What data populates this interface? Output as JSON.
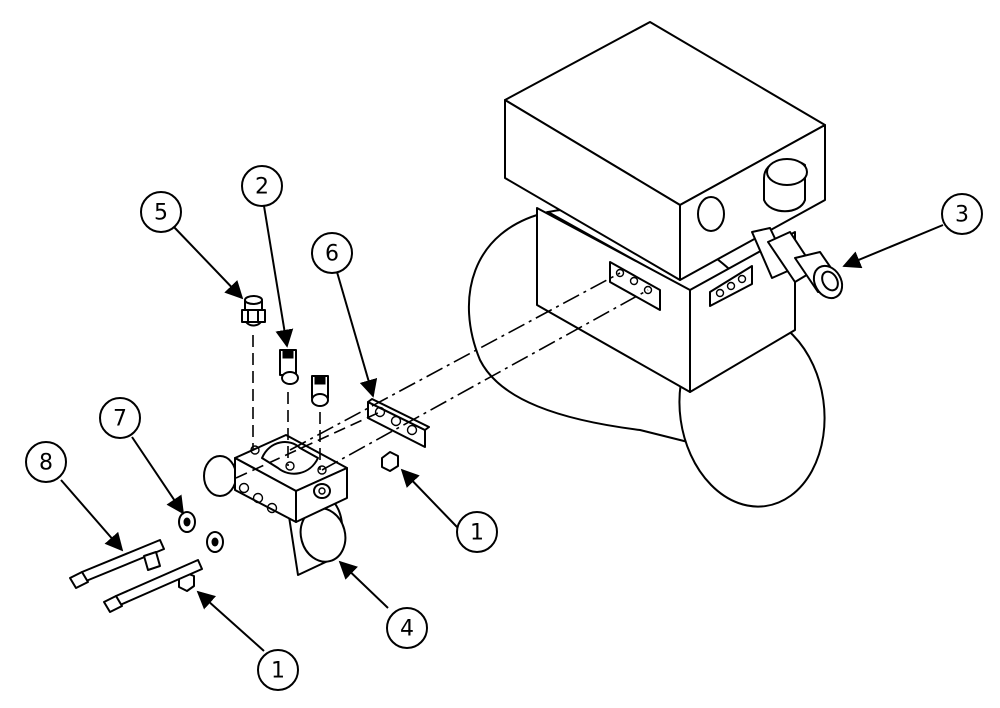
{
  "diagram": {
    "balloons": [
      {
        "id": "callout-1-right",
        "label": "1"
      },
      {
        "id": "callout-1-bottom",
        "label": "1"
      },
      {
        "id": "callout-2",
        "label": "2"
      },
      {
        "id": "callout-3",
        "label": "3"
      },
      {
        "id": "callout-4",
        "label": "4"
      },
      {
        "id": "callout-5",
        "label": "5"
      },
      {
        "id": "callout-6",
        "label": "6"
      },
      {
        "id": "callout-7",
        "label": "7"
      },
      {
        "id": "callout-8",
        "label": "8"
      }
    ]
  }
}
